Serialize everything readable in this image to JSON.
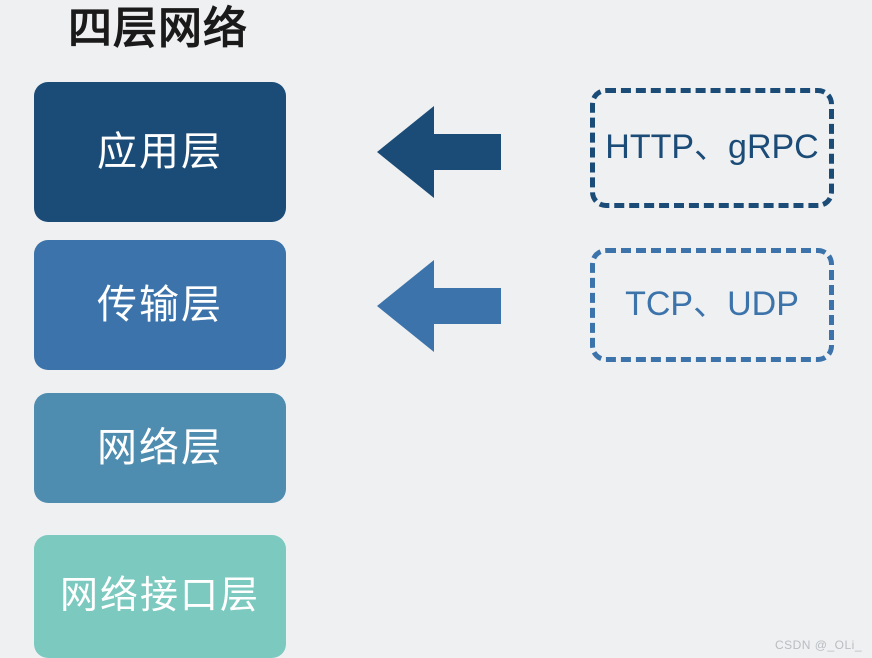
{
  "diagram": {
    "title": "四层网络",
    "background_color": "#eff0f2",
    "layers": [
      {
        "label": "应用层",
        "color": "#1b4c77",
        "text_color": "#ffffff"
      },
      {
        "label": "传输层",
        "color": "#3b73aa",
        "text_color": "#ffffff"
      },
      {
        "label": "网络层",
        "color": "#4e8cb0",
        "text_color": "#ffffff"
      },
      {
        "label": "网络接口层",
        "color": "#7cc9c0",
        "text_color": "#ffffff"
      }
    ],
    "arrows": [
      {
        "direction": "left",
        "color": "#1b4c77",
        "from_layer": "应用层",
        "to_protocols": "HTTP、gRPC"
      },
      {
        "direction": "left",
        "color": "#3b73aa",
        "from_layer": "传输层",
        "to_protocols": "TCP、UDP"
      }
    ],
    "protocol_boxes": [
      {
        "label": "HTTP、gRPC",
        "border_color": "#1b4c77",
        "text_color": "#1b4c77",
        "border_style": "dashed"
      },
      {
        "label": "TCP、UDP",
        "border_color": "#3b73aa",
        "text_color": "#3b73aa",
        "border_style": "dashed"
      }
    ]
  },
  "watermark": {
    "text": "CSDN @_OLi_"
  }
}
